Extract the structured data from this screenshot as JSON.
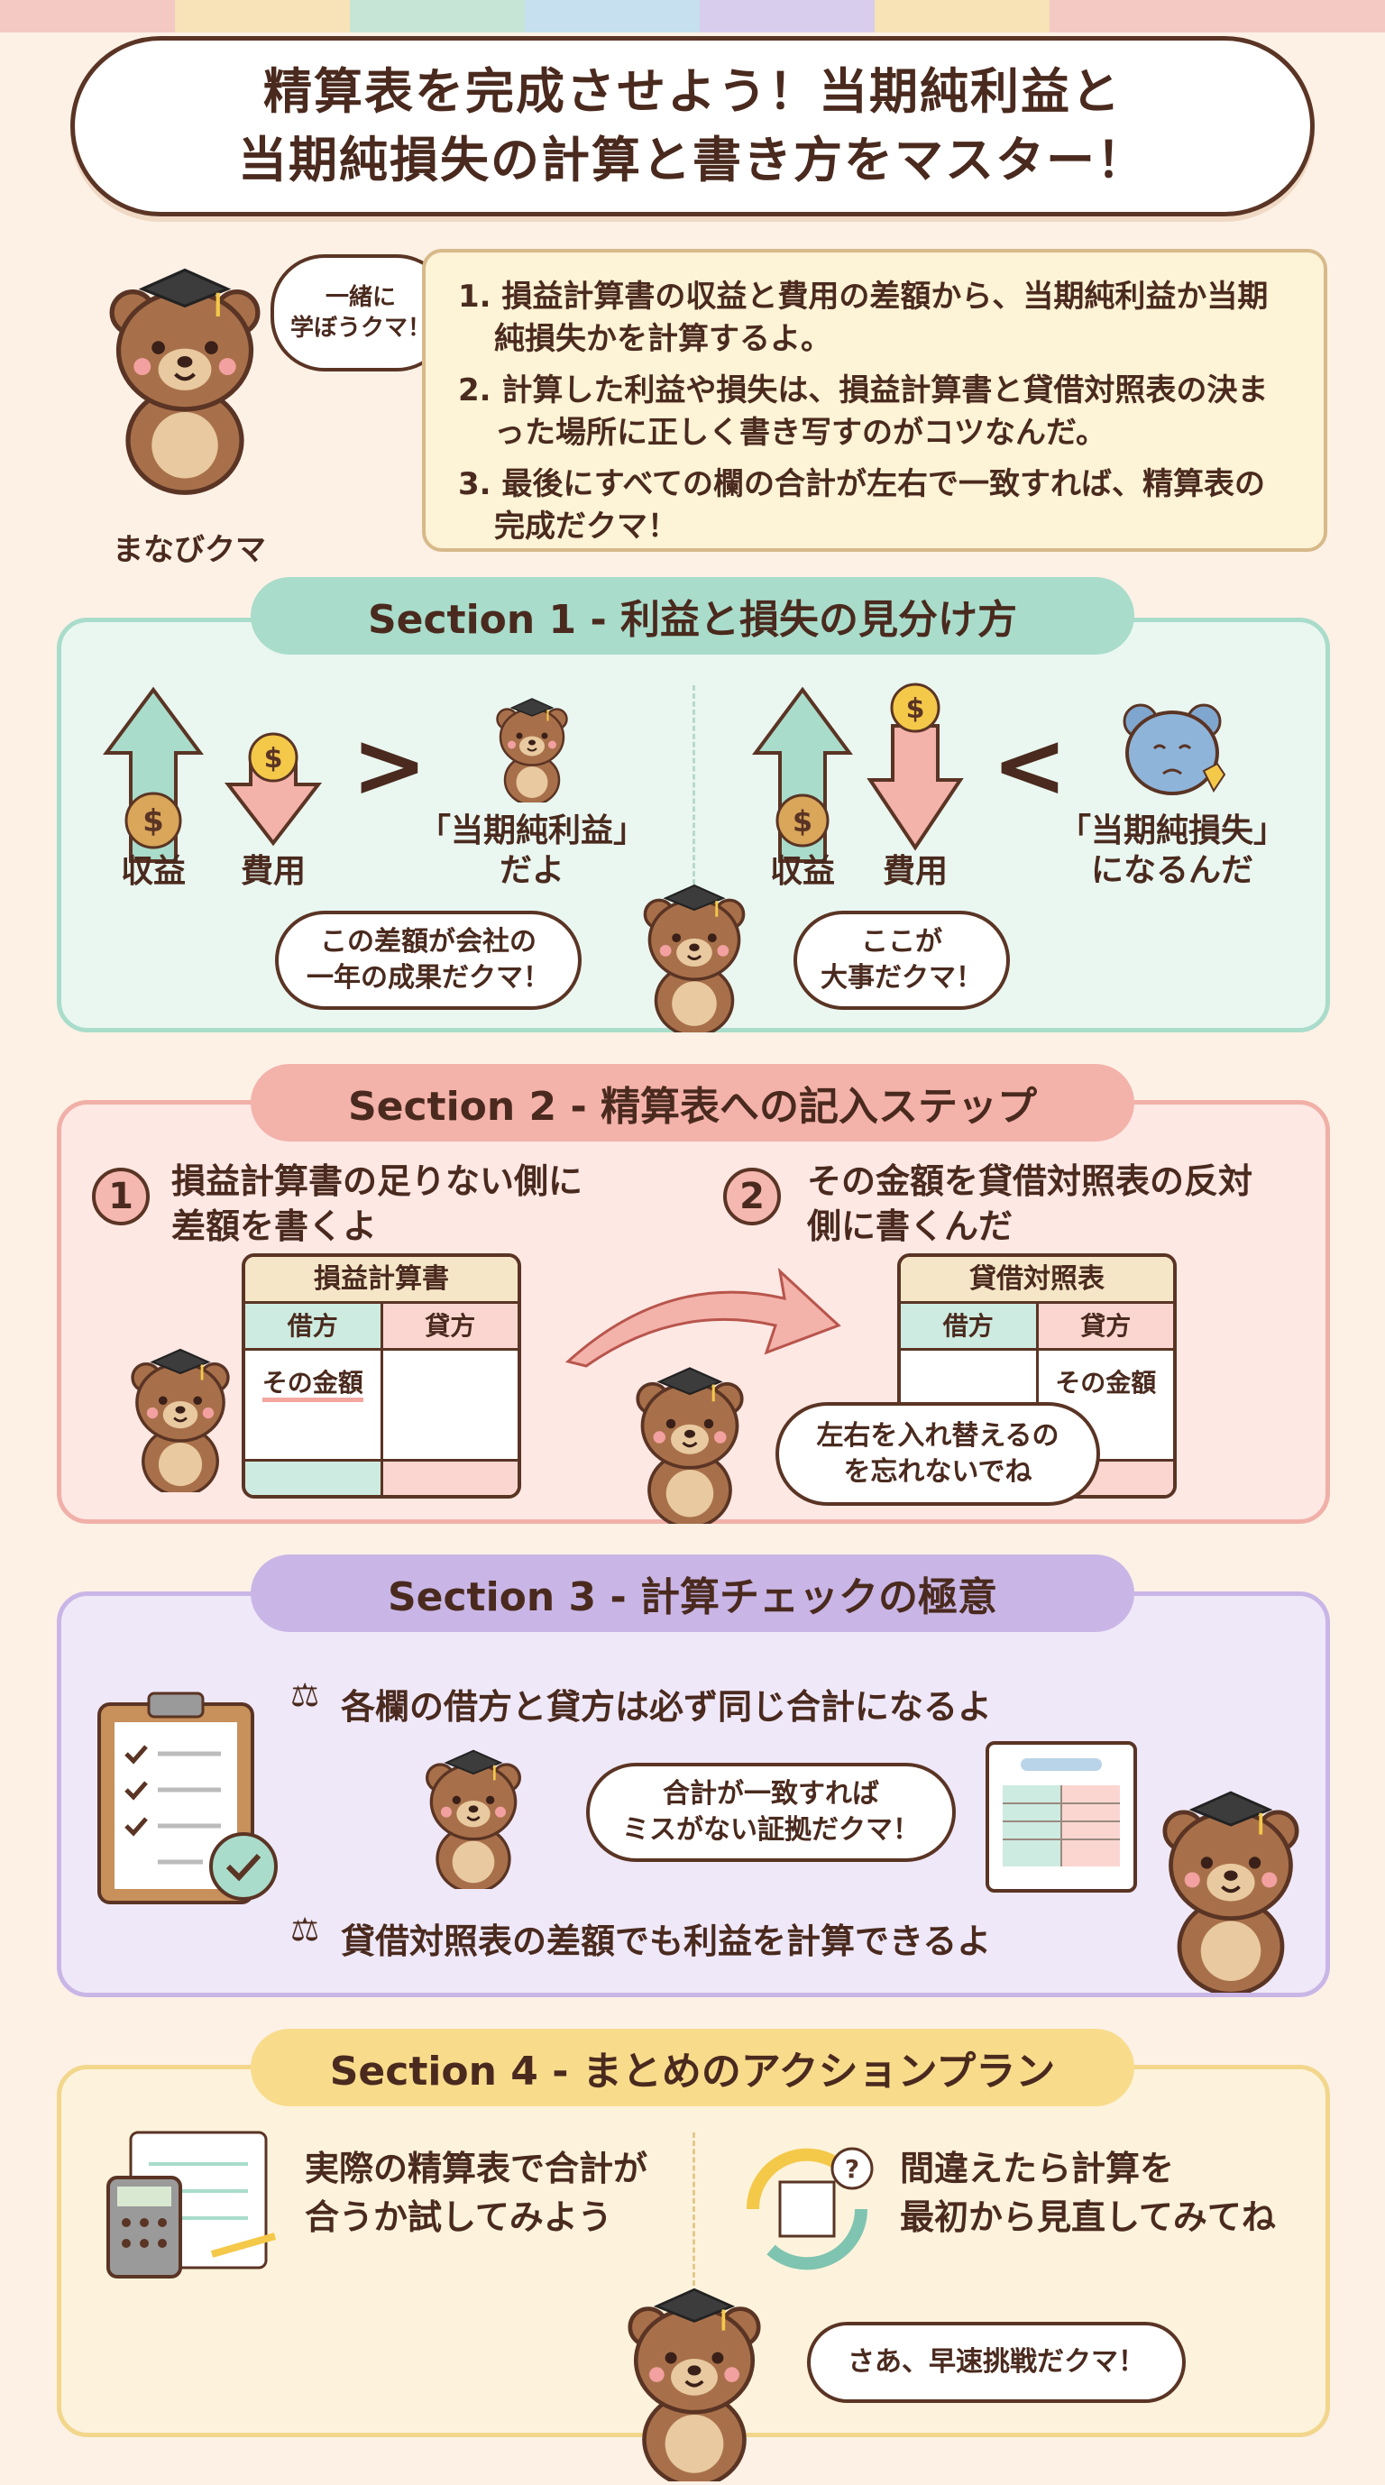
{
  "colors": {
    "mint": "#a9dccb",
    "pink": "#f3b2aa",
    "lavender": "#c9b6e6",
    "yellow": "#f8dc8c",
    "brown": "#5a3424",
    "bear": "#a8704a"
  },
  "title": {
    "line1": "精算表を完成させよう！当期純利益と",
    "line2": "当期純損失の計算と書き方をマスター！"
  },
  "mascot": {
    "name": "まなびクマ",
    "speech": "一緒に\n学ぼうクマ！"
  },
  "intro": {
    "points": [
      "1. 損益計算書の収益と費用の差額から、当期純利益か当期純損失かを計算するよ。",
      "2. 計算した利益や損失は、損益計算書と貸借対照表の決まった場所に正しく書き写すのがコツなんだ。",
      "3. 最後にすべての欄の合計が左右で一致すれば、精算表の完成だクマ！"
    ]
  },
  "section1": {
    "title": "Section 1 - 利益と損失の見分け方",
    "left": {
      "revenue": "収益",
      "expense": "費用",
      "symbol": ">",
      "result": "「当期純利益」\nだよ"
    },
    "right": {
      "revenue": "収益",
      "expense": "費用",
      "symbol": "<",
      "result": "「当期純損失」\nになるんだ"
    },
    "bubble_left": "この差額が会社の\n一年の成果だクマ！",
    "bubble_right": "ここが\n大事だクマ！"
  },
  "section2": {
    "title": "Section 2 - 精算表への記入ステップ",
    "step1": {
      "num": "1",
      "text": "損益計算書の足りない側に\n差額を書くよ",
      "table_title": "損益計算書",
      "debit": "借方",
      "credit": "貸方",
      "entry": "その金額"
    },
    "step2": {
      "num": "2",
      "text": "その金額を貸借対照表の反対\n側に書くんだ",
      "table_title": "貸借対照表",
      "debit": "借方",
      "credit": "貸方",
      "entry": "その金額"
    },
    "bubble": "左右を入れ替えるの\nを忘れないでね"
  },
  "section3": {
    "title": "Section 3 - 計算チェックの極意",
    "point1": "各欄の借方と貸方は必ず同じ合計になるよ",
    "point2": "貸借対照表の差額でも利益を計算できるよ",
    "bubble": "合計が一致すれば\nミスがない証拠だクマ！"
  },
  "section4": {
    "title": "Section 4 - まとめのアクションプラン",
    "action1": "実際の精算表で合計が\n合うか試してみよう",
    "action2": "間違えたら計算を\n最初から見直してみてね",
    "bubble": "さあ、早速挑戦だクマ！"
  }
}
